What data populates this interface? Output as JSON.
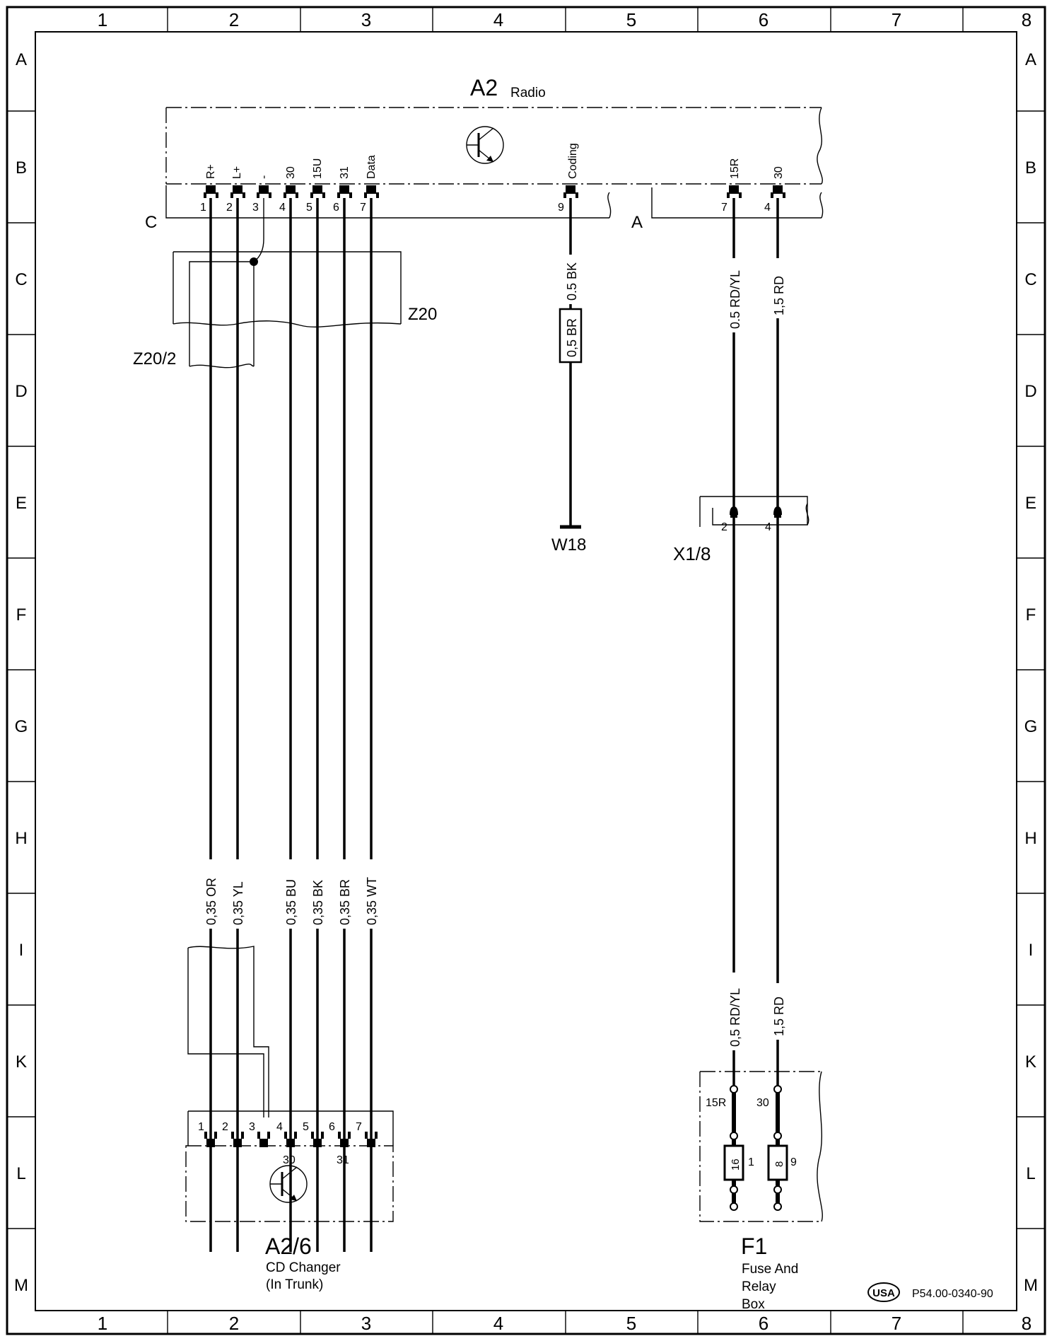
{
  "border": {
    "columns": [
      "1",
      "2",
      "3",
      "4",
      "5",
      "6",
      "7",
      "8"
    ],
    "rows": [
      "A",
      "B",
      "C",
      "D",
      "E",
      "F",
      "G",
      "H",
      "I",
      "K",
      "L",
      "M"
    ]
  },
  "radio": {
    "code": "A2",
    "name": "Radio",
    "pin_labels": [
      "R+",
      "L+",
      "-",
      "30",
      "15U",
      "31",
      "Data",
      "Coding",
      "15R",
      "30"
    ],
    "pin_numbers": [
      "1",
      "2",
      "3",
      "4",
      "5",
      "6",
      "7",
      "9",
      "7",
      "4"
    ],
    "connector_c": "C",
    "connector_a": "A"
  },
  "shield": {
    "code": "Z20",
    "sub_code": "Z20/2"
  },
  "coding_wire": {
    "color": "0.5 BK",
    "resistor": "0,5 BR",
    "ground": "W18"
  },
  "cd_wires": [
    "0,35 OR",
    "0,35 YL",
    "0,35 BU",
    "0,35 BK",
    "0,35 BR",
    "0,35 WT"
  ],
  "power_wires": {
    "upper": [
      "0.5 RD/YL",
      "1,5 RD"
    ],
    "lower": [
      "0,5 RD/YL",
      "1,5 RD"
    ]
  },
  "x1_8": {
    "code": "X1/8",
    "pins": [
      "2",
      "4"
    ]
  },
  "cd_changer": {
    "code": "A2/6",
    "name_line1": "CD Changer",
    "name_line2": "(In Trunk)",
    "pins": [
      "1",
      "2",
      "3",
      "4",
      "5",
      "6",
      "7"
    ],
    "terminals": [
      "30",
      "31"
    ]
  },
  "fuse_box": {
    "code": "F1",
    "name_line1": "Fuse And",
    "name_line2": "Relay",
    "name_line3": "Box",
    "terminal_labels": [
      "15R",
      "30"
    ],
    "fuses": [
      "16",
      "8"
    ],
    "fuse_contacts": [
      "1",
      "9"
    ]
  },
  "footer": {
    "region": "USA",
    "doc_number": "P54.00-0340-90"
  }
}
